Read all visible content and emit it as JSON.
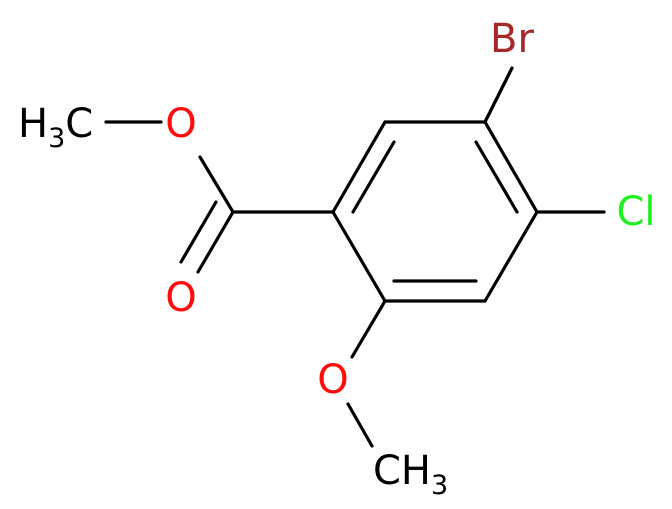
{
  "colors": {
    "bond": "#000000",
    "oxygen": "#ff0d0d",
    "bromine": "#a62929",
    "chlorine": "#1ff01f",
    "carbon_label": "#000000"
  },
  "atoms": {
    "br": {
      "text": "Br"
    },
    "cl": {
      "text": "Cl"
    },
    "o_ester": {
      "text": "O"
    },
    "o_carbonyl": {
      "text": "O"
    },
    "o_methoxy": {
      "text": "O"
    },
    "ch3_ester": {
      "main": "H",
      "sub": "3",
      "tail": "C"
    },
    "ch3_methoxy": {
      "main": "CH",
      "sub": "3"
    }
  }
}
